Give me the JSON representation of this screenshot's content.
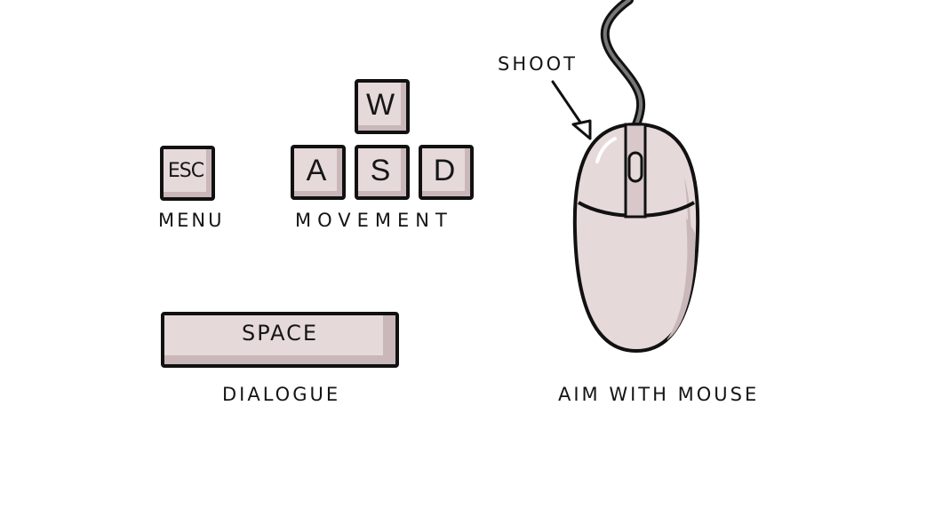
{
  "controls": {
    "keys": {
      "w": "W",
      "a": "A",
      "s": "S",
      "d": "D",
      "esc": "ESC",
      "space": "SPACE"
    },
    "labels": {
      "menu": "MENU",
      "movement": "MOVEMENT",
      "dialogue": "DIALOGUE",
      "aim": "AIM WITH MOUSE",
      "shoot": "SHOOT"
    }
  },
  "colors": {
    "key_face": "#e6d9da",
    "key_shade": "#c9b7b9",
    "outline": "#111111",
    "background": "#ffffff"
  }
}
